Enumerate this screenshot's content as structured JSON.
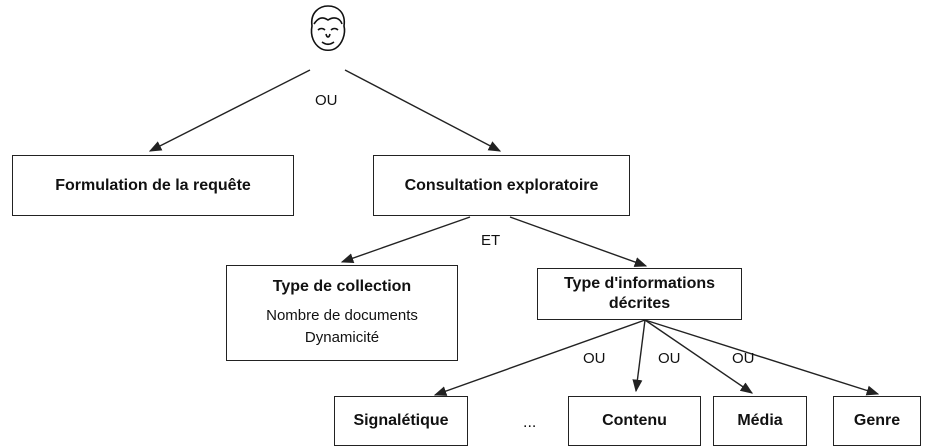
{
  "root": {
    "icon": "user-face-icon"
  },
  "connectors": {
    "root_or": "OU",
    "consult_et": "ET",
    "info_or_1": "OU",
    "info_or_2": "OU",
    "info_or_3": "OU"
  },
  "nodes": {
    "formulation": {
      "title": "Formulation de la requête"
    },
    "consultation": {
      "title": "Consultation exploratoire"
    },
    "collection": {
      "title": "Type de collection",
      "lines": [
        "Nombre de documents",
        "Dynamicité"
      ]
    },
    "informations": {
      "title": "Type d'informations décrites"
    },
    "signaletique": {
      "title": "Signalétique"
    },
    "ellipsis": "...",
    "contenu": {
      "title": "Contenu"
    },
    "media": {
      "title": "Média"
    },
    "genre": {
      "title": "Genre"
    }
  }
}
